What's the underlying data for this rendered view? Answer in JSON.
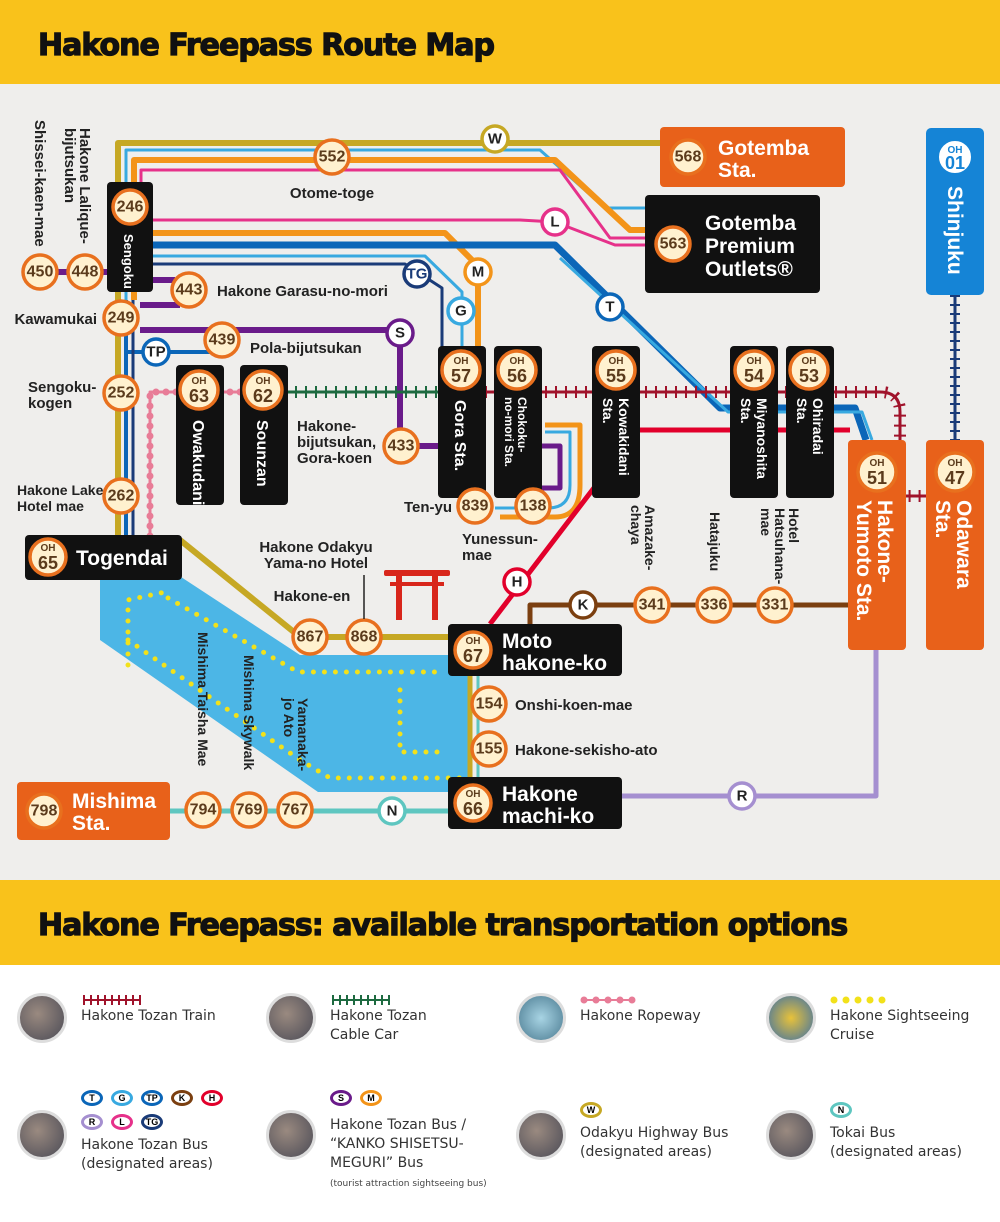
{
  "header": {
    "title": "Hakone Freepass Route Map"
  },
  "section2": {
    "title": "Hakone Freepass: available transportation options"
  },
  "colors": {
    "band": "#f9c21b",
    "map_bg": "#efeeec",
    "station_box": "#111111",
    "terminal": "#e8611a",
    "shinjuku": "#1584d6",
    "lake": "#4cb6e6"
  },
  "routes": {
    "W": "W",
    "L": "L",
    "M": "M",
    "TG": "TG",
    "G": "G",
    "T": "T",
    "S": "S",
    "TP": "TP",
    "H": "H",
    "K": "K",
    "R": "R",
    "N": "N"
  },
  "stops": {
    "s552": {
      "num": "552",
      "name": [
        "Otome-toge"
      ]
    },
    "s246": {
      "num": "246",
      "name": [
        "Sengoku"
      ]
    },
    "s450": {
      "num": "450",
      "name": [
        "Shissei-kaen-mae"
      ]
    },
    "s448": {
      "num": "448",
      "name": [
        "Hakone Lalique-",
        "bijutsukan"
      ]
    },
    "s443": {
      "num": "443",
      "name": [
        "Hakone Garasu-no-mori"
      ]
    },
    "s249": {
      "num": "249",
      "name": [
        "Kawamukai"
      ]
    },
    "s439": {
      "num": "439",
      "name": [
        "Pola-bijutsukan"
      ]
    },
    "s252": {
      "num": "252",
      "name": [
        "Sengoku-",
        "kogen"
      ]
    },
    "s262": {
      "num": "262",
      "name": [
        "Hakone Lake",
        "Hotel mae"
      ]
    },
    "s433": {
      "num": "433",
      "name": [
        "Hakone-",
        "bijutsukan,",
        "Gora-koen"
      ]
    },
    "s839": {
      "num": "839",
      "name": [
        "Ten-yu"
      ]
    },
    "s138": {
      "num": "138",
      "name": [
        "Yunessun-",
        "mae"
      ]
    },
    "s867": {
      "num": "867",
      "name": [
        "Hakone-en"
      ]
    },
    "s868": {
      "num": "868",
      "name": [
        "Hakone Odakyu",
        "Yama-no Hotel"
      ]
    },
    "s154": {
      "num": "154",
      "name": [
        "Onshi-koen-mae"
      ]
    },
    "s155": {
      "num": "155",
      "name": [
        "Hakone-sekisho-ato"
      ]
    },
    "s341": {
      "num": "341",
      "name": [
        "Amazake-",
        "chaya"
      ]
    },
    "s336": {
      "num": "336",
      "name": [
        "Hatajuku"
      ]
    },
    "s331": {
      "num": "331",
      "name": [
        "Hotel",
        "Hatsuhana-",
        "mae"
      ]
    },
    "s794": {
      "num": "794",
      "name": [
        "Mishima Taisha Mae"
      ]
    },
    "s769": {
      "num": "769",
      "name": [
        "Mishima Skywalk"
      ]
    },
    "s767": {
      "num": "767",
      "name": [
        "Yamanaka-",
        "jo Ato"
      ]
    },
    "s568": {
      "num": "568",
      "name": [
        "Gotemba",
        "Sta."
      ]
    },
    "s563": {
      "num": "563",
      "name": [
        "Gotemba",
        "Premium",
        "Outlets®"
      ]
    },
    "s798": {
      "num": "798",
      "name": [
        "Mishima",
        "Sta."
      ]
    }
  },
  "stations": {
    "oh01": {
      "code": "OH",
      "num": "01",
      "name": [
        "Shinjuku"
      ]
    },
    "oh47": {
      "code": "OH",
      "num": "47",
      "name": [
        "Odawara",
        "Sta."
      ]
    },
    "oh51": {
      "code": "OH",
      "num": "51",
      "name": [
        "Hakone-",
        "Yumoto Sta."
      ]
    },
    "oh53": {
      "code": "OH",
      "num": "53",
      "name": [
        "Ohiradai",
        "Sta."
      ]
    },
    "oh54": {
      "code": "OH",
      "num": "54",
      "name": [
        "Miyanoshita",
        "Sta."
      ]
    },
    "oh55": {
      "code": "OH",
      "num": "55",
      "name": [
        "Kowakidani",
        "Sta."
      ]
    },
    "oh56": {
      "code": "OH",
      "num": "56",
      "name": [
        "Chokoku-",
        "no-mori Sta."
      ]
    },
    "oh57": {
      "code": "OH",
      "num": "57",
      "name": [
        "Gora Sta."
      ]
    },
    "oh62": {
      "code": "OH",
      "num": "62",
      "name": [
        "Sounzan"
      ]
    },
    "oh63": {
      "code": "OH",
      "num": "63",
      "name": [
        "Owakudani"
      ]
    },
    "oh65": {
      "code": "OH",
      "num": "65",
      "name": [
        "Togendai"
      ]
    },
    "oh66": {
      "code": "OH",
      "num": "66",
      "name": [
        "Hakone",
        "machi-ko"
      ]
    },
    "oh67": {
      "code": "OH",
      "num": "67",
      "name": [
        "Moto",
        "hakone-ko"
      ]
    }
  },
  "legend": [
    {
      "icon": "train-photo",
      "marker": "red-hatched-line",
      "label": [
        "Hakone Tozan Train"
      ]
    },
    {
      "icon": "cable-car-photo",
      "marker": "green-hatched-line",
      "label": [
        "Hakone Tozan",
        "Cable Car"
      ]
    },
    {
      "icon": "ropeway-photo",
      "marker": "pink-dotted-line",
      "label": [
        "Hakone Ropeway"
      ]
    },
    {
      "icon": "cruise-photo",
      "marker": "yellow-dots",
      "label": [
        "Hakone Sightseeing",
        "Cruise"
      ]
    },
    {
      "icon": "bus-photo",
      "badges": [
        "T",
        "G",
        "TP",
        "K",
        "H",
        "R",
        "L",
        "TG"
      ],
      "label": [
        "Hakone Tozan Bus",
        "(designated areas)"
      ]
    },
    {
      "icon": "bus-photo",
      "badges": [
        "S",
        "M"
      ],
      "label": [
        "Hakone Tozan Bus /",
        "“KANKO SHISETSU-",
        "MEGURI” Bus"
      ],
      "note": "(tourist attraction sightseeing bus)"
    },
    {
      "icon": "highway-bus-photo",
      "badges": [
        "W"
      ],
      "label": [
        "Odakyu Highway Bus",
        "(designated areas)"
      ]
    },
    {
      "icon": "tokai-bus-photo",
      "badges": [
        "N"
      ],
      "label": [
        "Tokai Bus",
        "(designated areas)"
      ]
    }
  ]
}
